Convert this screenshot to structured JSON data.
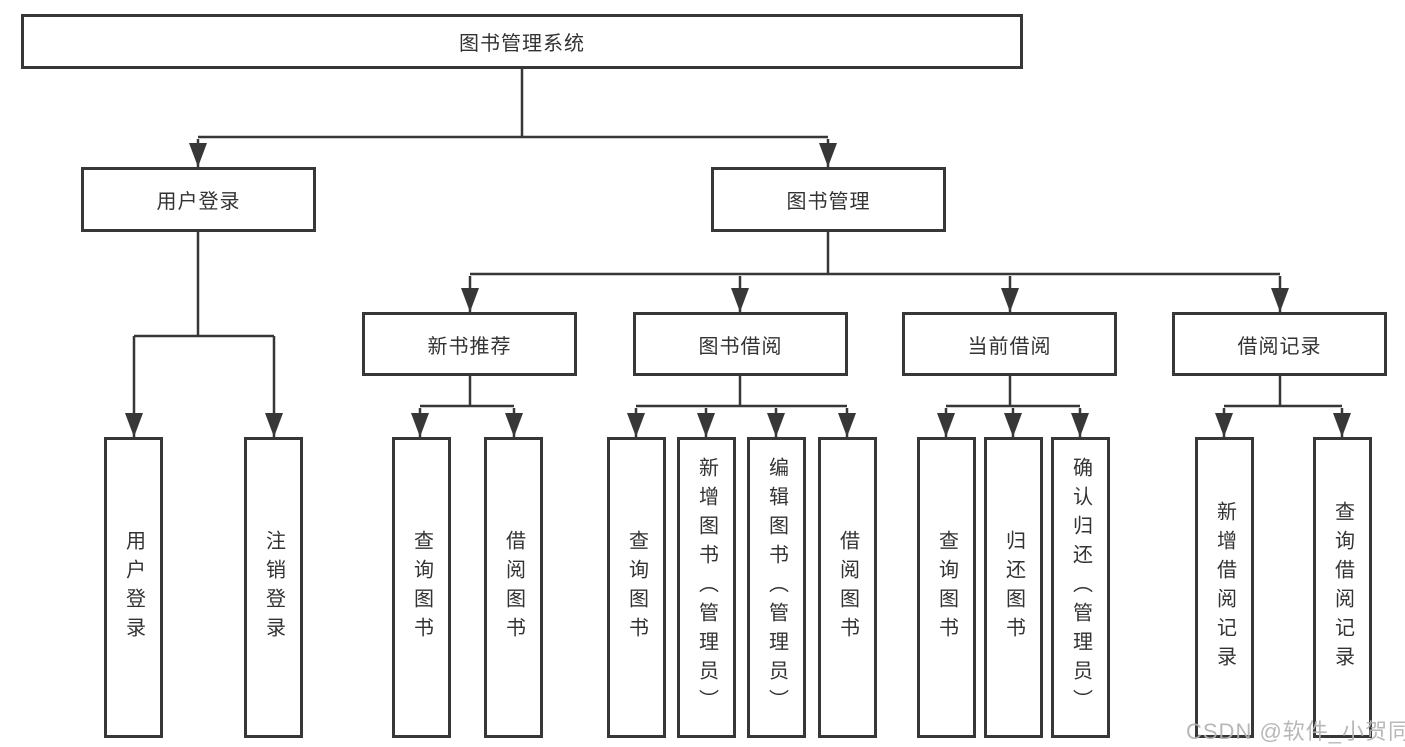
{
  "root_label": "图书管理系统",
  "level2": {
    "user_login": "用户登录",
    "book_mgmt": "图书管理"
  },
  "level3": {
    "new_books": "新书推荐",
    "book_borrow": "图书借阅",
    "current_borrow": "当前借阅",
    "borrow_records": "借阅记录"
  },
  "leaves": {
    "user_login": [
      "用户登录",
      "注销登录"
    ],
    "new_books": [
      "查询图书",
      "借阅图书"
    ],
    "book_borrow": [
      "查询图书",
      "新增图书（管理员）",
      "编辑图书（管理员）",
      "借阅图书"
    ],
    "current_borrow": [
      "查询图书",
      "归还图书",
      "确认归还（管理员）"
    ],
    "borrow_records": [
      "新增借阅记录",
      "查询借阅记录"
    ]
  },
  "watermark": "CSDN @软件_小贺同学",
  "colors": {
    "line": "#373737",
    "text": "#333333",
    "watermark": "#b2b2b2",
    "background": "#ffffff"
  }
}
